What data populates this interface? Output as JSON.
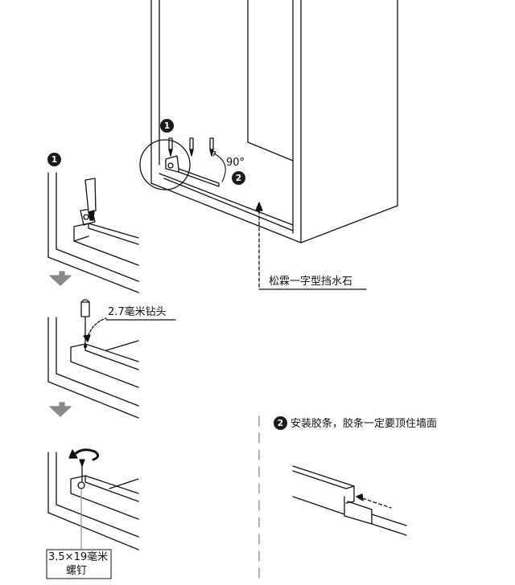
{
  "markers": {
    "step1": "1",
    "step2": "2"
  },
  "labels": {
    "angle": "90°",
    "product": "松霖一字型挡水石",
    "drill_bit": "2.7毫米钻头",
    "screw_line1": "3.5×19毫米",
    "screw_line2": "螺钉",
    "install_strip": "安装胶条，胶条一定要顶住墙面"
  }
}
